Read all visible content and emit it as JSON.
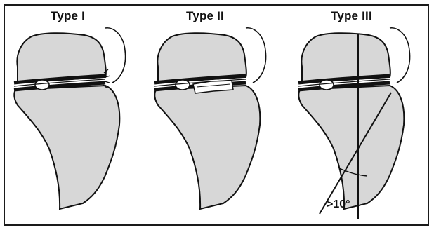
{
  "panels": [
    {
      "title": "Type I"
    },
    {
      "title": "Type II"
    },
    {
      "title": "Type III"
    }
  ],
  "angle_label": ">10°",
  "colors": {
    "bone_fill": "#d7d7d7",
    "outline": "#111111",
    "background": "#ffffff"
  }
}
